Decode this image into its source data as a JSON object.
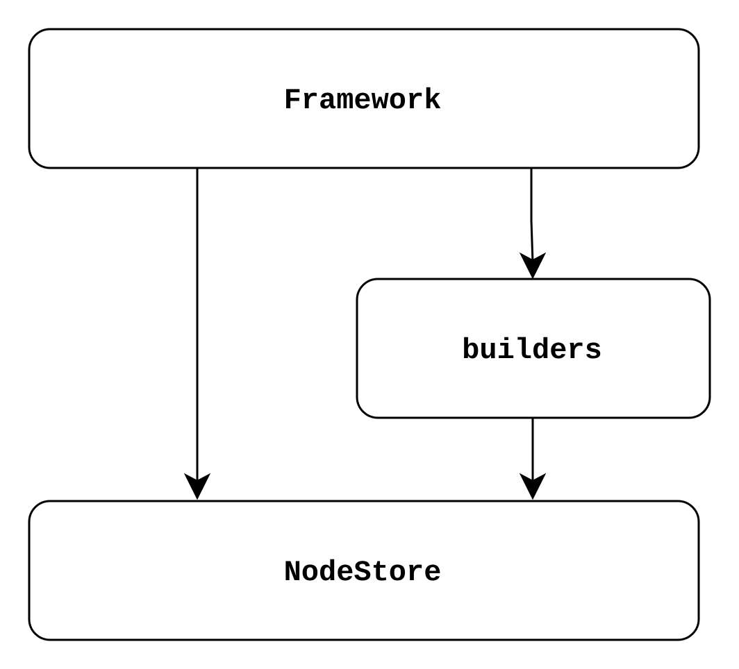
{
  "nodes": {
    "framework": {
      "label": "Framework"
    },
    "builders": {
      "label": "builders"
    },
    "nodestore": {
      "label": "NodeStore"
    }
  },
  "edges": [
    {
      "from": "Framework",
      "to": "NodeStore"
    },
    {
      "from": "Framework",
      "to": "builders"
    },
    {
      "from": "builders",
      "to": "NodeStore"
    }
  ]
}
